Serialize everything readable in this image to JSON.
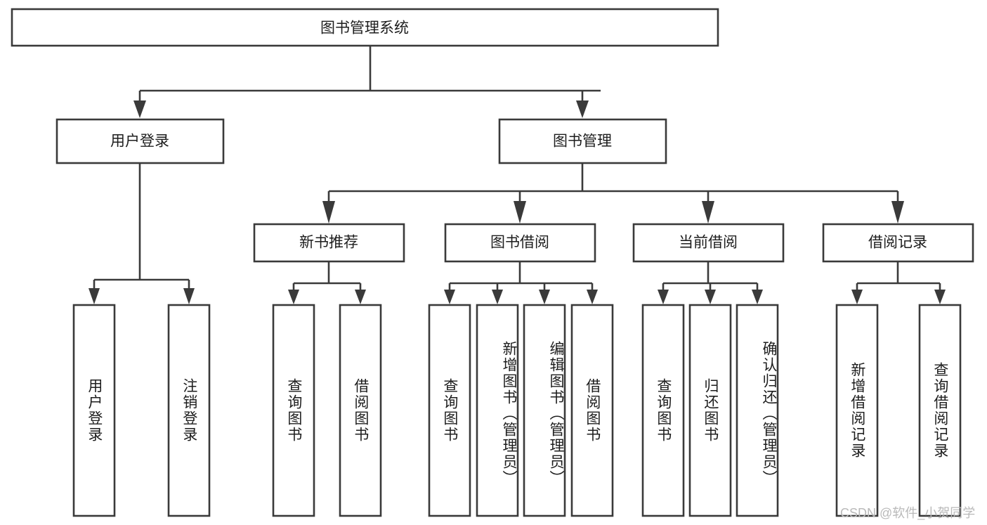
{
  "diagram": {
    "type": "tree",
    "title": "图书管理系统",
    "root": {
      "id": "root",
      "label": "图书管理系统"
    },
    "level2": [
      {
        "id": "user-login",
        "label": "用户登录"
      },
      {
        "id": "book-manage",
        "label": "图书管理"
      }
    ],
    "level3": [
      {
        "id": "new-book-recommend",
        "label": "新书推荐",
        "parent": "book-manage"
      },
      {
        "id": "book-borrow",
        "label": "图书借阅",
        "parent": "book-manage"
      },
      {
        "id": "current-borrow",
        "label": "当前借阅",
        "parent": "book-manage"
      },
      {
        "id": "borrow-record",
        "label": "借阅记录",
        "parent": "book-manage"
      }
    ],
    "leaves": {
      "user-login": [
        {
          "id": "leaf-user-login",
          "label": "用户登录"
        },
        {
          "id": "leaf-user-logout",
          "label": "注销登录"
        }
      ],
      "new-book-recommend": [
        {
          "id": "leaf-query-book-1",
          "label": "查询图书"
        },
        {
          "id": "leaf-borrow-book-1",
          "label": "借阅图书"
        }
      ],
      "book-borrow": [
        {
          "id": "leaf-query-book-2",
          "label": "查询图书"
        },
        {
          "id": "leaf-add-book",
          "label": "新增图书（管理员）"
        },
        {
          "id": "leaf-edit-book",
          "label": "编辑图书（管理员）"
        },
        {
          "id": "leaf-borrow-book-2",
          "label": "借阅图书"
        }
      ],
      "current-borrow": [
        {
          "id": "leaf-query-book-3",
          "label": "查询图书"
        },
        {
          "id": "leaf-return-book",
          "label": "归还图书"
        },
        {
          "id": "leaf-confirm-return",
          "label": "确认归还（管理员）"
        }
      ],
      "borrow-record": [
        {
          "id": "leaf-add-record",
          "label": "新增借阅记录"
        },
        {
          "id": "leaf-query-record",
          "label": "查询借阅记录"
        }
      ]
    },
    "colors": {
      "stroke": "#3a3a3a",
      "fill": "#ffffff",
      "text": "#1d1d1d",
      "watermark": "#b9b9b9"
    }
  },
  "watermark": {
    "text": "CSDN @软件_小贺同学"
  }
}
